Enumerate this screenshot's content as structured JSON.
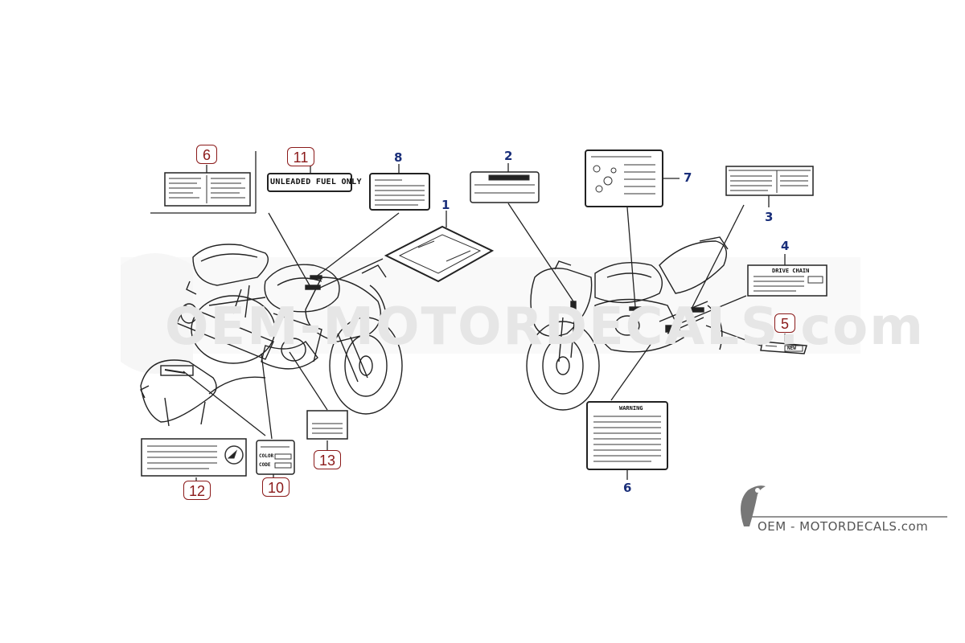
{
  "diagram": {
    "labels_blue": [
      {
        "id": "1",
        "text": "1"
      },
      {
        "id": "2",
        "text": "2"
      },
      {
        "id": "3",
        "text": "3"
      },
      {
        "id": "4",
        "text": "4"
      },
      {
        "id": "6b",
        "text": "6"
      },
      {
        "id": "7",
        "text": "7"
      },
      {
        "id": "8",
        "text": "8"
      }
    ],
    "labels_red": [
      {
        "id": "5",
        "text": "5"
      },
      {
        "id": "6",
        "text": "6"
      },
      {
        "id": "10",
        "text": "10"
      },
      {
        "id": "11",
        "text": "11"
      },
      {
        "id": "12",
        "text": "12"
      },
      {
        "id": "13",
        "text": "13"
      }
    ],
    "decal_texts": {
      "fuel": "UNLEADED FUEL ONLY",
      "drive_chain": "DRIVE CHAIN",
      "warning": "WARNING",
      "color": "COLOR",
      "code": "CODE",
      "tire": "NEW"
    },
    "watermark": "OEM-MOTORDECALS.com",
    "brand": "OEM - MOTORDECALS.com"
  }
}
